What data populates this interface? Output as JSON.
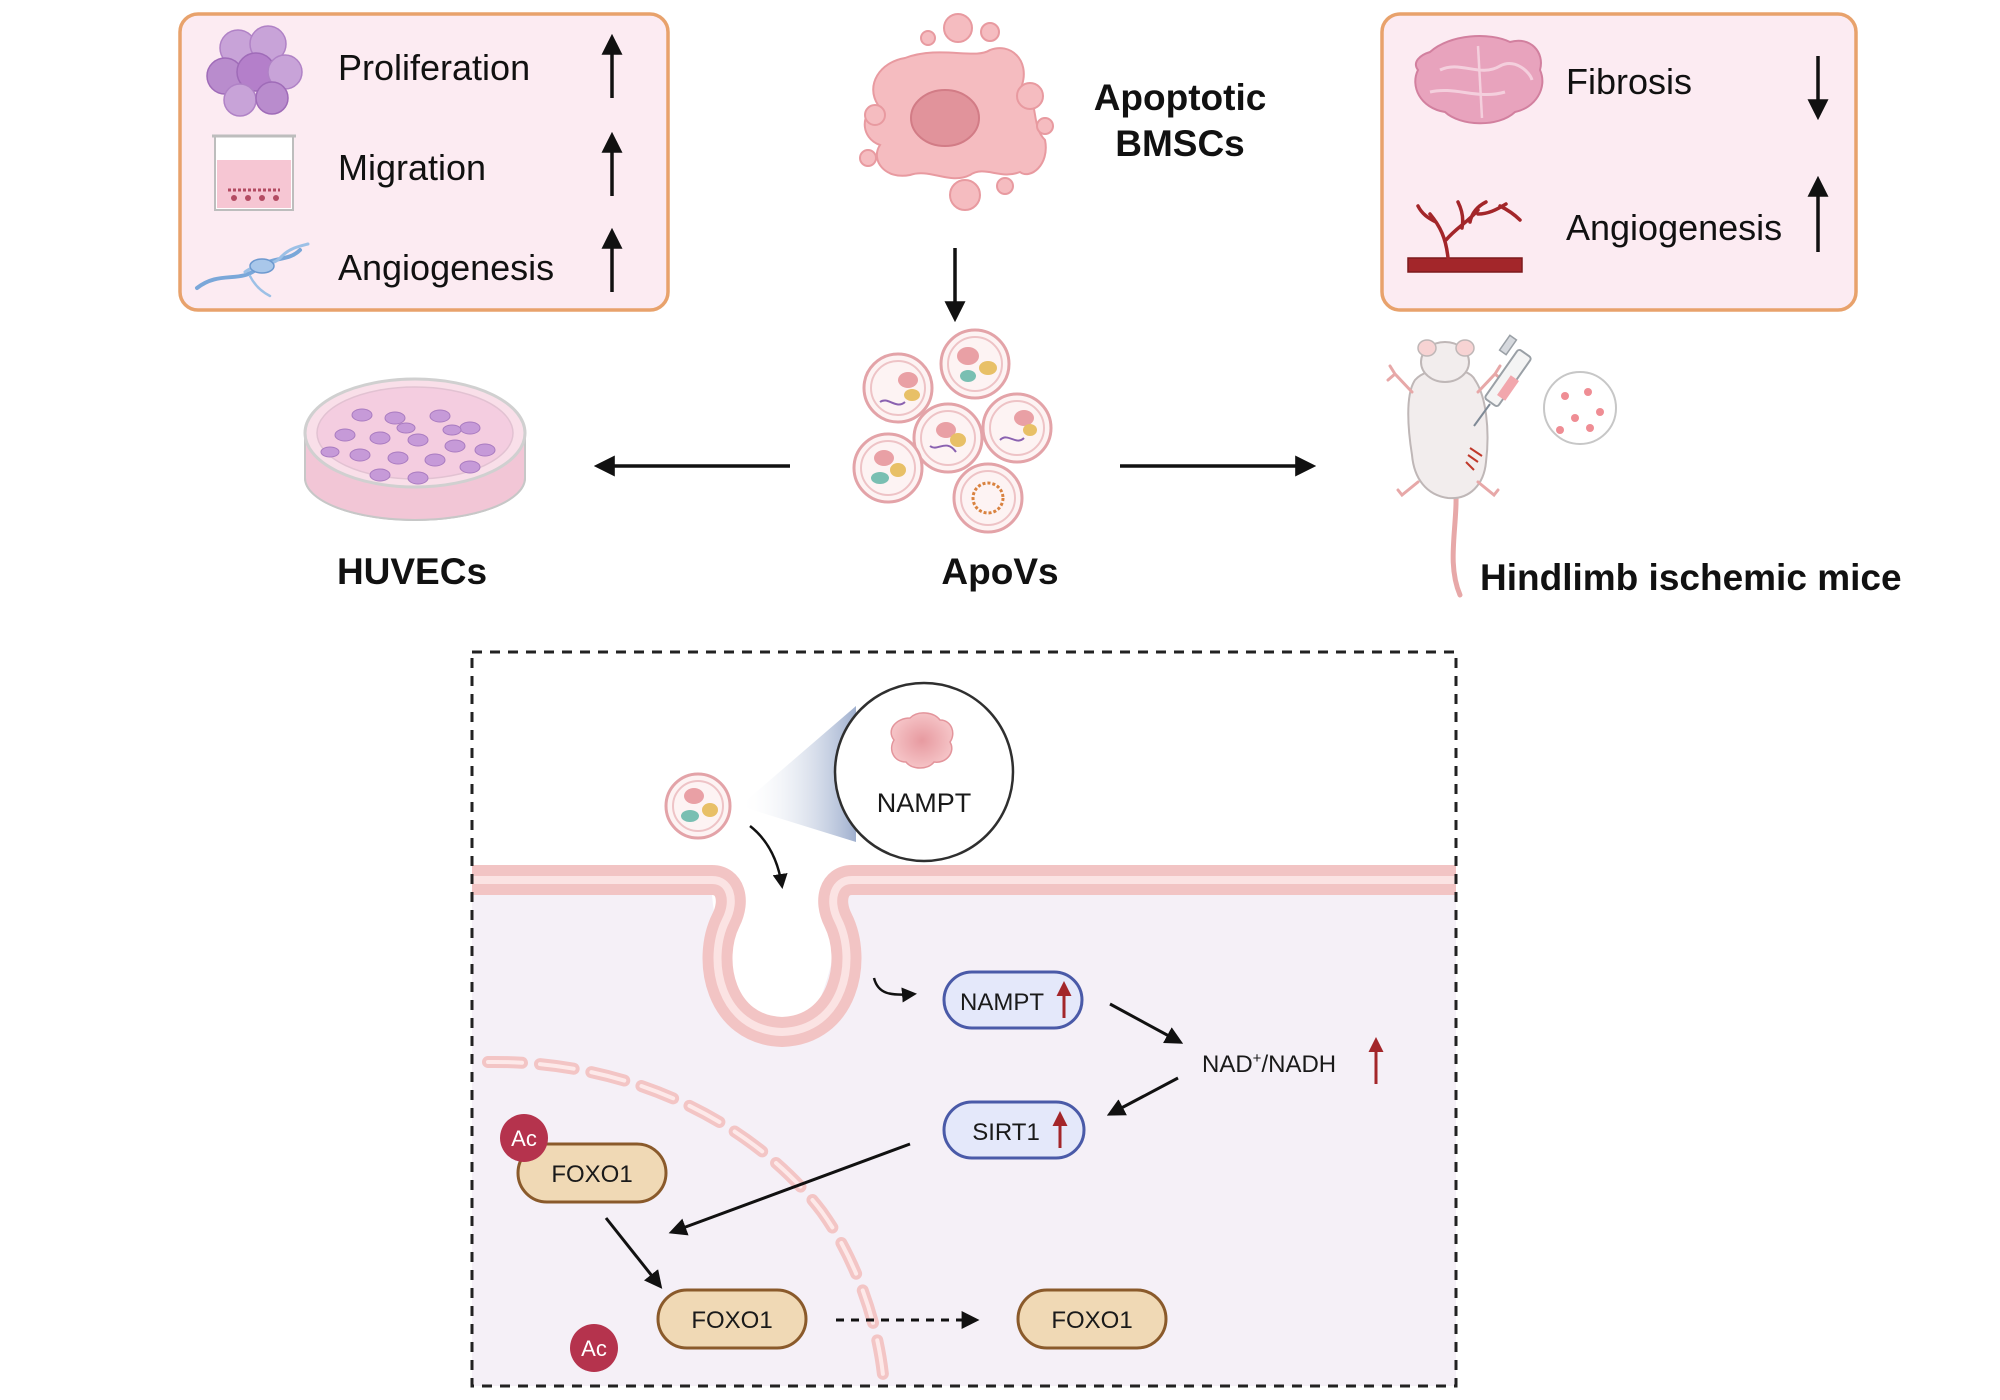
{
  "effects_in_vitro": {
    "items": [
      {
        "label": "Proliferation",
        "direction": "up"
      },
      {
        "label": "Migration",
        "direction": "up"
      },
      {
        "label": "Angiogenesis",
        "direction": "up"
      }
    ]
  },
  "source_cells": {
    "line1": "Apoptotic",
    "line2": "BMSCs"
  },
  "vesicles": {
    "label": "ApoVs"
  },
  "in_vitro": {
    "label": "HUVECs"
  },
  "in_vivo": {
    "label": "Hindlimb ischemic mice"
  },
  "effects_in_vivo": {
    "items": [
      {
        "label": "Fibrosis",
        "direction": "down"
      },
      {
        "label": "Angiogenesis",
        "direction": "up"
      }
    ]
  },
  "mechanism": {
    "cargo_label": "NAMPT",
    "nampt_node": "NAMPT",
    "nad_ratio": {
      "base": "NAD",
      "sup": "+",
      "rest": "/NADH"
    },
    "sirt1_node": "SIRT1",
    "foxo1_acetylated": "FOXO1",
    "foxo1_deacetylated": "FOXO1",
    "foxo1_nuclear": "FOXO1",
    "acetyl_badge_1": "Ac",
    "acetyl_badge_2": "Ac"
  },
  "colors": {
    "box_border": "#e8a26c",
    "box_fill": "#fcebf2",
    "up_marker": "#a3262a",
    "node_fill_blue": "#e4e8fa",
    "node_border_blue": "#4a5aa8",
    "node_fill_tan": "#f0d9b5",
    "node_border_tan": "#8a5a2b",
    "acetyl": "#b5334d",
    "membrane": "#f2c4c4",
    "cytoplasm": "#f5f0f7"
  }
}
